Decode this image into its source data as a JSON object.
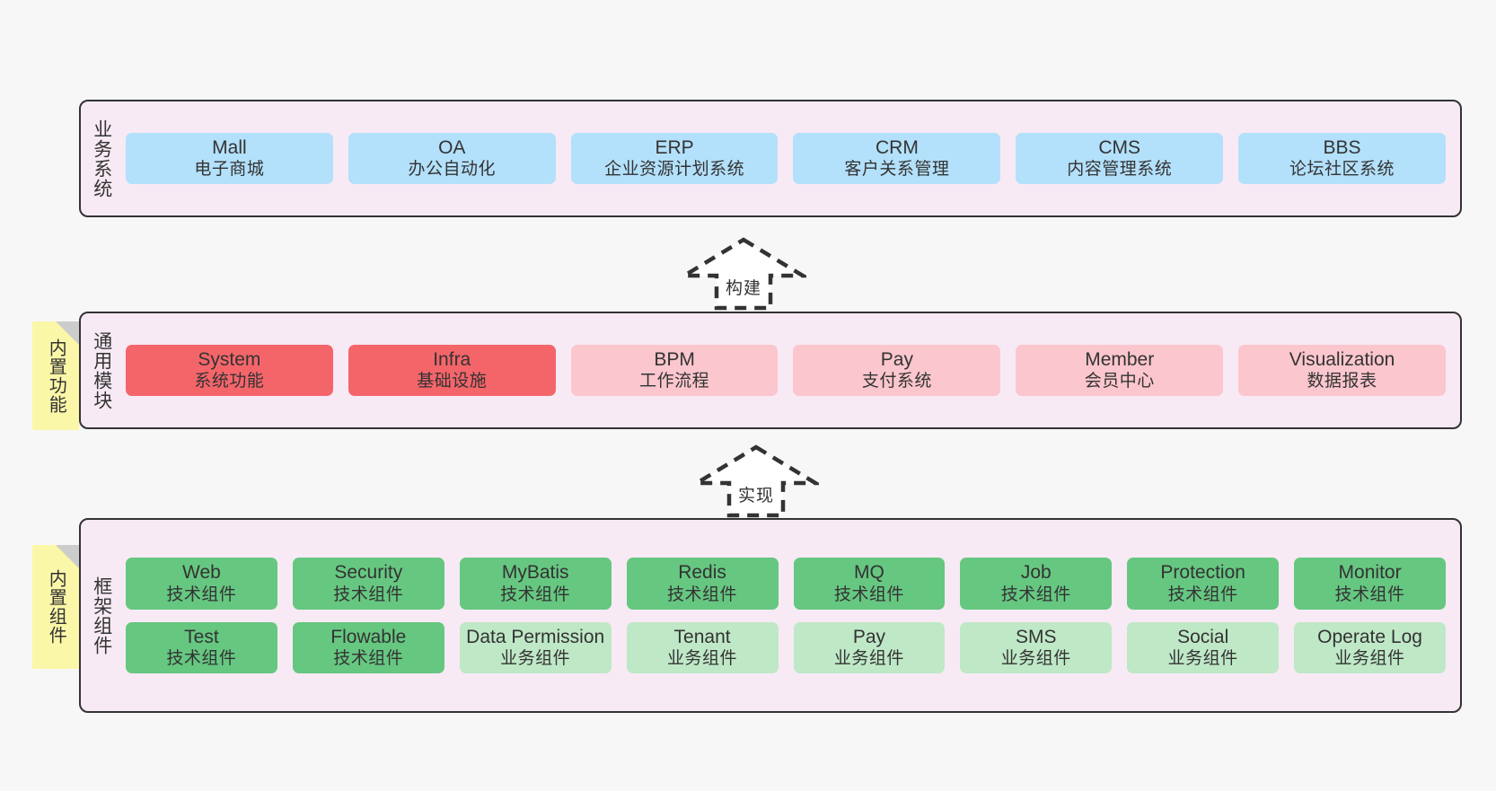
{
  "layers": [
    {
      "id": "business-system",
      "label": "业务系统",
      "rows": [
        {
          "nodes": [
            {
              "name": "mall",
              "title": "Mall",
              "subtitle": "电子商城",
              "color": "blue"
            },
            {
              "name": "oa",
              "title": "OA",
              "subtitle": "办公自动化",
              "color": "blue"
            },
            {
              "name": "erp",
              "title": "ERP",
              "subtitle": "企业资源计划系统",
              "color": "blue"
            },
            {
              "name": "crm",
              "title": "CRM",
              "subtitle": "客户关系管理",
              "color": "blue"
            },
            {
              "name": "cms",
              "title": "CMS",
              "subtitle": "内容管理系统",
              "color": "blue"
            },
            {
              "name": "bbs",
              "title": "BBS",
              "subtitle": "论坛社区系统",
              "color": "blue"
            }
          ]
        }
      ]
    },
    {
      "id": "common-modules",
      "label": "通用模块",
      "note": "内置功能",
      "rows": [
        {
          "nodes": [
            {
              "name": "system",
              "title": "System",
              "subtitle": "系统功能",
              "color": "red"
            },
            {
              "name": "infra",
              "title": "Infra",
              "subtitle": "基础设施",
              "color": "red"
            },
            {
              "name": "bpm",
              "title": "BPM",
              "subtitle": "工作流程",
              "color": "pink"
            },
            {
              "name": "pay",
              "title": "Pay",
              "subtitle": "支付系统",
              "color": "pink"
            },
            {
              "name": "member",
              "title": "Member",
              "subtitle": "会员中心",
              "color": "pink"
            },
            {
              "name": "visualization",
              "title": "Visualization",
              "subtitle": "数据报表",
              "color": "pink"
            }
          ]
        }
      ]
    },
    {
      "id": "framework-components",
      "label": "框架组件",
      "note": "内置组件",
      "rows": [
        {
          "nodes": [
            {
              "name": "web",
              "title": "Web",
              "subtitle": "技术组件",
              "color": "green"
            },
            {
              "name": "security",
              "title": "Security",
              "subtitle": "技术组件",
              "color": "green"
            },
            {
              "name": "mybatis",
              "title": "MyBatis",
              "subtitle": "技术组件",
              "color": "green"
            },
            {
              "name": "redis",
              "title": "Redis",
              "subtitle": "技术组件",
              "color": "green"
            },
            {
              "name": "mq",
              "title": "MQ",
              "subtitle": "技术组件",
              "color": "green"
            },
            {
              "name": "job",
              "title": "Job",
              "subtitle": "技术组件",
              "color": "green"
            },
            {
              "name": "protection",
              "title": "Protection",
              "subtitle": "技术组件",
              "color": "green"
            },
            {
              "name": "monitor",
              "title": "Monitor",
              "subtitle": "技术组件",
              "color": "green"
            }
          ]
        },
        {
          "nodes": [
            {
              "name": "test",
              "title": "Test",
              "subtitle": "技术组件",
              "color": "green"
            },
            {
              "name": "flowable",
              "title": "Flowable",
              "subtitle": "技术组件",
              "color": "green"
            },
            {
              "name": "data-permission",
              "title": "Data Permission",
              "subtitle": "业务组件",
              "color": "lightgreen"
            },
            {
              "name": "tenant",
              "title": "Tenant",
              "subtitle": "业务组件",
              "color": "lightgreen"
            },
            {
              "name": "pay-biz",
              "title": "Pay",
              "subtitle": "业务组件",
              "color": "lightgreen"
            },
            {
              "name": "sms",
              "title": "SMS",
              "subtitle": "业务组件",
              "color": "lightgreen"
            },
            {
              "name": "social",
              "title": "Social",
              "subtitle": "业务组件",
              "color": "lightgreen"
            },
            {
              "name": "operate-log",
              "title": "Operate Log",
              "subtitle": "业务组件",
              "color": "lightgreen"
            }
          ]
        }
      ]
    }
  ],
  "arrows": [
    {
      "id": "build",
      "label": "构建"
    },
    {
      "id": "implement",
      "label": "实现"
    }
  ],
  "colors": {
    "band_background": "#f7eaf4",
    "band_border": "#333333",
    "blue": "#b3e0fb",
    "red": "#f4656a",
    "pink": "#fbc6cd",
    "green": "#66c781",
    "lightgreen": "#bfe8c7",
    "note": "#fbf7a8",
    "note_fold": "#cccccc",
    "page_background": "#f7f7f7"
  }
}
